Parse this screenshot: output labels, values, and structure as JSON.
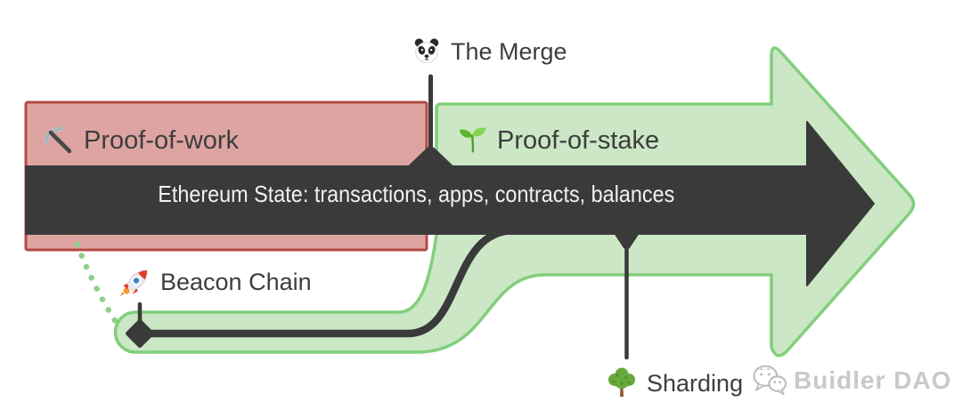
{
  "colors": {
    "dark": "#3a3a3a",
    "green_fill": "#cbe7c5",
    "green_border": "#82ce7c",
    "green_dotted": "#8fd08a",
    "red_fill": "#dda4a2",
    "red_border": "#b54a45",
    "band_text": "#f1f1f1",
    "text_dark": "#3d3d3d",
    "watermark": "#c9c9c9",
    "bg": "#ffffff"
  },
  "diagram": {
    "merge_label": {
      "icon": "panda-icon",
      "text": "The Merge"
    },
    "pow_label": {
      "icon": "pickaxe-icon",
      "text": "Proof-of-work"
    },
    "pos_label": {
      "icon": "seedling-icon",
      "text": "Proof-of-stake"
    },
    "state_band": {
      "text": "Ethereum State: transactions, apps, contracts, balances"
    },
    "beacon_label": {
      "icon": "rocket-icon",
      "text": "Beacon Chain"
    },
    "sharding_label": {
      "icon": "tree-icon",
      "text": "Sharding"
    },
    "watermark": {
      "icon": "wechat-icon",
      "text": "Buidler DAO"
    }
  }
}
